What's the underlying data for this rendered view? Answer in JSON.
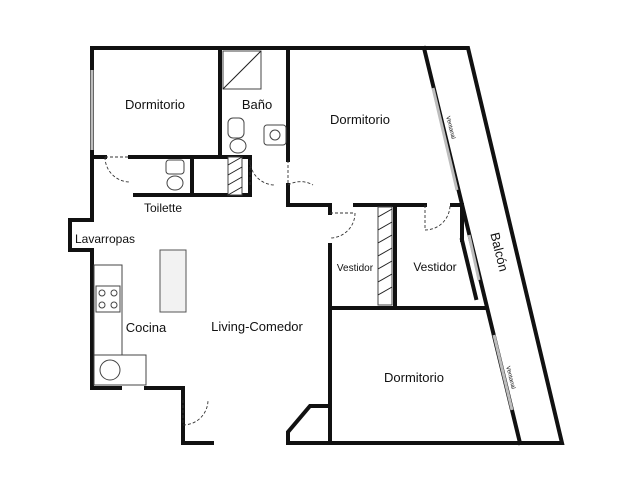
{
  "rooms": {
    "dormitorio_nw": "Dormitorio",
    "bano": "Baño",
    "dormitorio_ne": "Dormitorio",
    "toilette": "Toilette",
    "lavarropas": "Lavarropas",
    "cocina": "Cocina",
    "living_comedor": "Living-Comedor",
    "vestidor_small": "Vestidor",
    "vestidor": "Vestidor",
    "balcon": "Balcón",
    "dormitorio_se": "Dormitorio"
  },
  "windows": {
    "upper": "Ventanal",
    "lower": "Ventanal"
  },
  "icons": [
    "toilet-icon",
    "washbasin-icon",
    "shower-icon",
    "stove-icon",
    "sink-icon",
    "counter-icon",
    "door-swing-icon"
  ],
  "colors": {
    "wall": "#111111",
    "window": "#bdbdbd",
    "background": "#ffffff"
  }
}
